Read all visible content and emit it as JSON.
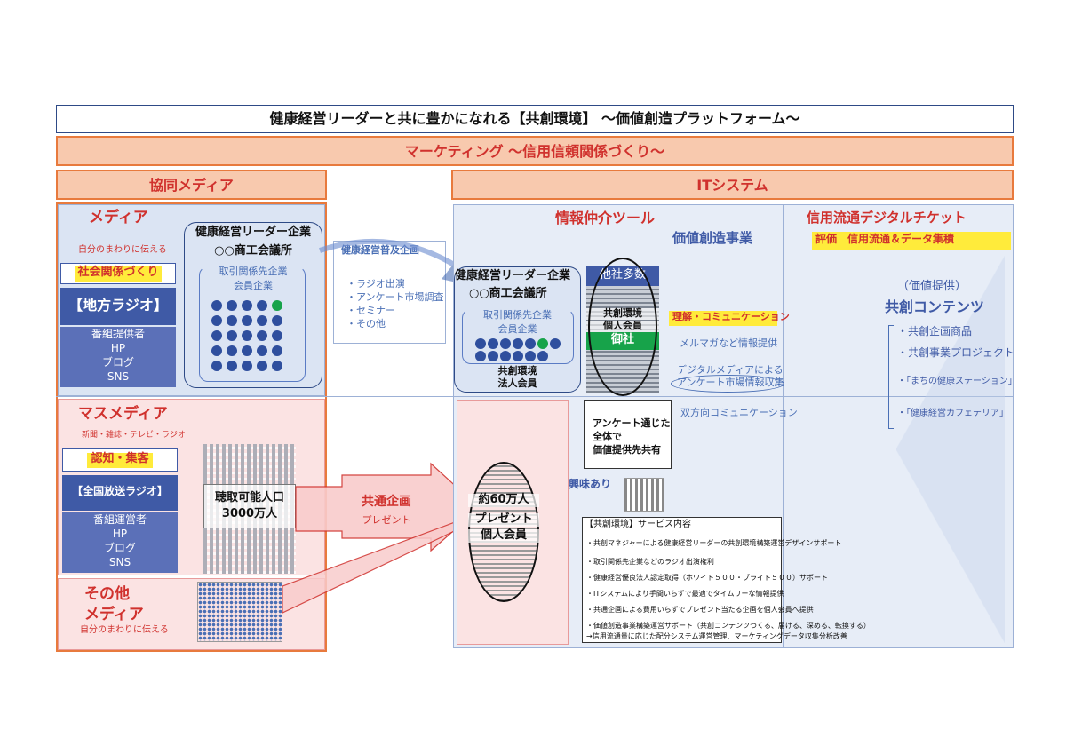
{
  "title": "健康経営リーダーと共に豊かになれる【共創環境】 ～価値創造プラットフォーム～",
  "marketing": "マーケティング ～信用信頼関係づくり～",
  "left_header": "協同メディア",
  "it_header": "ITシステム",
  "media": {
    "heading": "メディア",
    "sub": "自分のまわりに伝える",
    "highlight": "社会関係づくり",
    "radio": "【地方ラジオ】",
    "radio_items": [
      "番組提供者",
      "HP",
      "ブログ",
      "SNS"
    ]
  },
  "leader_box": {
    "line1": "健康経営リーダー企業",
    "line2": "○○商工会議所",
    "line3": "取引関係先企業",
    "line4": "会員企業"
  },
  "radio_plan": {
    "heading": "健康経営普及企画",
    "items": [
      "・ラジオ出演",
      "・アンケート市場調査",
      "・セミナー",
      "・その他"
    ]
  },
  "mass_media": {
    "heading": "マスメディア",
    "sub": "新聞・雑誌・テレビ・ラジオ",
    "highlight": "認知・集客",
    "radio": "【全国放送ラジオ】",
    "items": [
      "番組運営者",
      "HP",
      "ブログ",
      "SNS"
    ],
    "audience_l1": "聴取可能人口",
    "audience_l2": "3000万人"
  },
  "other_media": {
    "heading_l1": "その他",
    "heading_l2": "メディア",
    "sub": "自分のまわりに伝える"
  },
  "common_plan": {
    "label": "共通企画",
    "sub": "プレゼント"
  },
  "info_tool": {
    "heading": "情報仲介ツール",
    "value_creation": "価値創造事業",
    "leader_l1": "健康経営リーダー企業",
    "leader_l2": "○○商工会議所",
    "leader_l3": "取引関係先企業",
    "leader_l4": "会員企業",
    "member_l1": "共創環境",
    "member_l2": "法人会員",
    "tower_top": "他社多数",
    "tower_l1": "共創環境",
    "tower_l2": "個人会員",
    "tower_badge": "御社",
    "comm": "理解・コミュニケーション",
    "mail": "メルマガなど情報提供",
    "digital_l1": "デジタルメディアによる",
    "digital_l2": "アンケート市場情報収集",
    "bi": "双方向コミュニケーション",
    "survey_l1": "アンケート通じた",
    "survey_l2": "全体で",
    "survey_l3": "価値提供先共有",
    "interest": "興味あり",
    "oval_l1": "約60万人",
    "oval_l2": "プレゼント",
    "oval_l3": "個人会員"
  },
  "services": {
    "heading": "【共創環境】サービス内容",
    "items": [
      "・共創マネジャーによる健康経営リーダーの共創環境構築運営デザインサポート",
      "・取引関係先企業などのラジオ出演権利",
      "・健康経営優良法人認定取得（ホワイト５００・ブライト５００）サポート",
      "・ITシステムにより手間いらずで最適でタイムリーな情報提供",
      "・共通企画による費用いらずでプレゼント当たる企画を個人会員へ提供",
      "・価値創造事業構築運営サポート（共創コンテンツつくる、届ける、深める、転換する）",
      "→信用流通量に応じた配分システム運営管理、マーケティングデータ収集分析改善"
    ]
  },
  "ticket": {
    "heading": "信用流通デジタルチケット",
    "eval": "評価　信用流通＆データ集積",
    "value_offer": "（価値提供）",
    "contents": "共創コンテンツ",
    "items": [
      "・共創企画商品",
      "・共創事業プロジェクト",
      "・「まちの健康ステーション」",
      "・「健康経営カフェテリア」"
    ]
  },
  "colors": {
    "orange": "#e87a3d",
    "navy": "#3f5aa6",
    "blue_panel": "#dbe4f3",
    "pink_panel": "#fbe3e3",
    "yellow": "#ffeb3b",
    "green": "#17a34a"
  }
}
